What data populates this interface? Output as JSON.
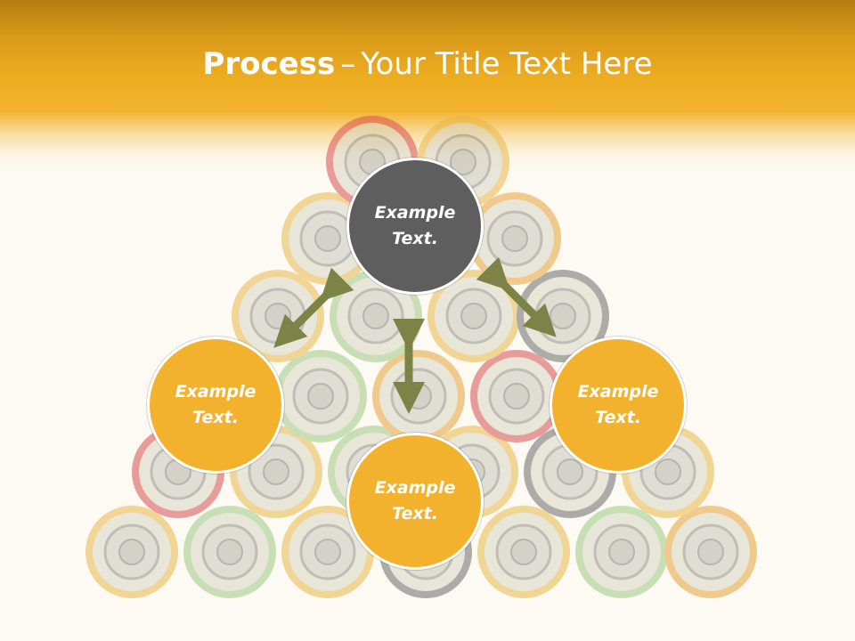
{
  "slide": {
    "title_bold": "Process",
    "title_dash": "–",
    "title_rest": "Your Title Text Here"
  },
  "nodes": {
    "top": {
      "line1": "Example",
      "line2": "Text."
    },
    "left": {
      "line1": "Example",
      "line2": "Text."
    },
    "right": {
      "line1": "Example",
      "line2": "Text."
    },
    "bottom": {
      "line1": "Example",
      "line2": "Text."
    }
  },
  "colors": {
    "header": "#eeae22",
    "node_orange": "#f3b22e",
    "node_dark": "#5e5e5e",
    "arrow": "#7c8347",
    "background": "#fcfaf3"
  },
  "icons": {
    "arrows": "double-headed-arrow"
  }
}
